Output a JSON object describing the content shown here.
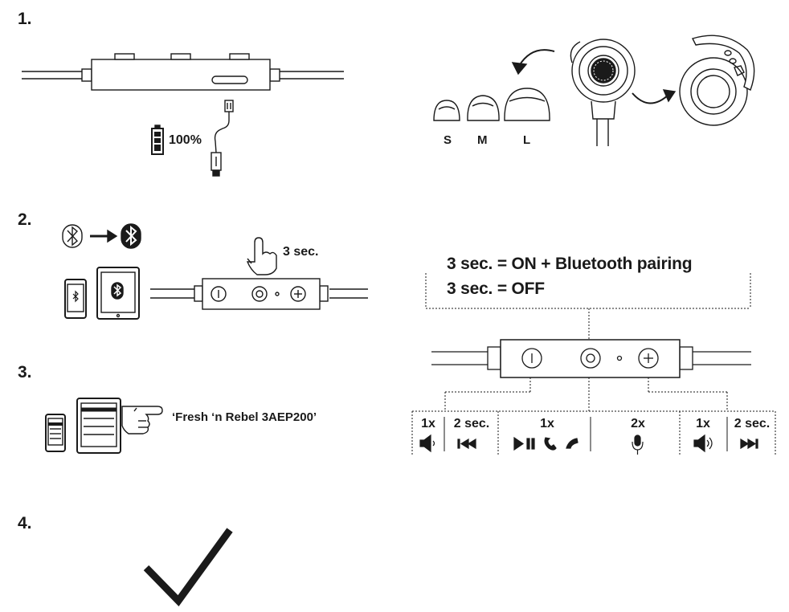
{
  "steps": {
    "one": "1.",
    "two": "2.",
    "three": "3.",
    "four": "4."
  },
  "charge": {
    "percent": "100%"
  },
  "ear_tips": {
    "small": "S",
    "medium": "M",
    "large": "L"
  },
  "pairing": {
    "hold": "3 sec.",
    "device_name": "‘Fresh ‘n Rebel 3AEP200’"
  },
  "power": {
    "on_text": "3 sec. = ON + Bluetooth pairing",
    "off_text": "3 sec. = OFF"
  },
  "controls": {
    "minus_press": "1x",
    "minus_hold": "2 sec.",
    "center_press": "1x",
    "center_double": "2x",
    "plus_press": "1x",
    "plus_hold": "2 sec."
  },
  "icons": [
    "battery-icon",
    "usb-plug-icon",
    "bluetooth-icon",
    "arrow-right-icon",
    "phone-icon",
    "tablet-icon",
    "pointing-hand-icon",
    "volume-down-icon",
    "previous-track-icon",
    "play-pause-icon",
    "call-answer-icon",
    "call-end-icon",
    "microphone-icon",
    "volume-up-icon",
    "next-track-icon",
    "checkmark-icon"
  ]
}
